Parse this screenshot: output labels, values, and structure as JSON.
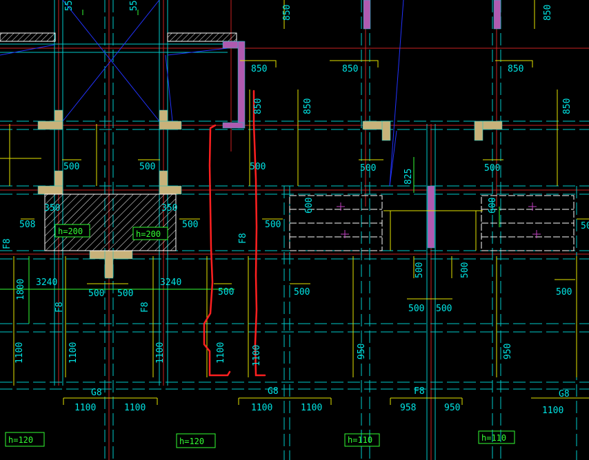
{
  "colors": {
    "background": "#000000",
    "axis_red": "#cc2222",
    "dim_cyan": "#00e5e5",
    "dim_yellow": "#e6e600",
    "column_fill": "#c8b27a",
    "column_magenta": "#b05ab0",
    "diag_blue": "#2233ff",
    "markup_red": "#ff2020",
    "text_green": "#33ff33"
  },
  "labels": {
    "v850_tl": "850",
    "v550_a": "55",
    "v550_b": "55",
    "v850_top_r": "850",
    "h850_a": "850",
    "h850_b": "850",
    "h850_c": "850",
    "v850_mid": "850",
    "v850_left": "850",
    "v850_right": "850",
    "h500_1": "500",
    "h500_2": "500",
    "h500_3": "500",
    "h500_4": "500",
    "h500_5": "500",
    "v825": "825",
    "h350_a": "350",
    "h350_b": "350",
    "h508_a": "508",
    "h500_6": "500",
    "h500_7": "500",
    "v600_a": "600",
    "v600_b": "600",
    "h500_8": "500",
    "f8_a": "F8",
    "f8_b": "F8",
    "f8_c": "F8",
    "f8_d": "F8",
    "h3240_a": "3240",
    "h3240_b": "3240",
    "h500_9": "500",
    "h500_10": "500",
    "h500_11": "500",
    "h500_12": "500",
    "h500_13": "500",
    "h500_14": "500",
    "v500_a": "500",
    "v500_b": "500",
    "v1800": "1800",
    "v1100_a": "1100",
    "v1100_b": "1100",
    "v1100_c": "1100",
    "v1100_d": "1100",
    "v1100_e": "1100",
    "v950_a": "950",
    "v950_b": "950",
    "g8_a": "G8",
    "g8_b": "G8",
    "g8_c": "G8",
    "h1100_a": "1100",
    "h1100_b": "1100",
    "h1100_c": "1100",
    "h1100_d": "1100",
    "h1100_e": "1100",
    "h958": "958",
    "h950": "950",
    "h_120_a": "h=120",
    "h_120_b": "h=120",
    "h_110_a": "h=110",
    "h_110_b": "h=110",
    "h_200_a": "h=200",
    "h_200_b": "h=200"
  }
}
